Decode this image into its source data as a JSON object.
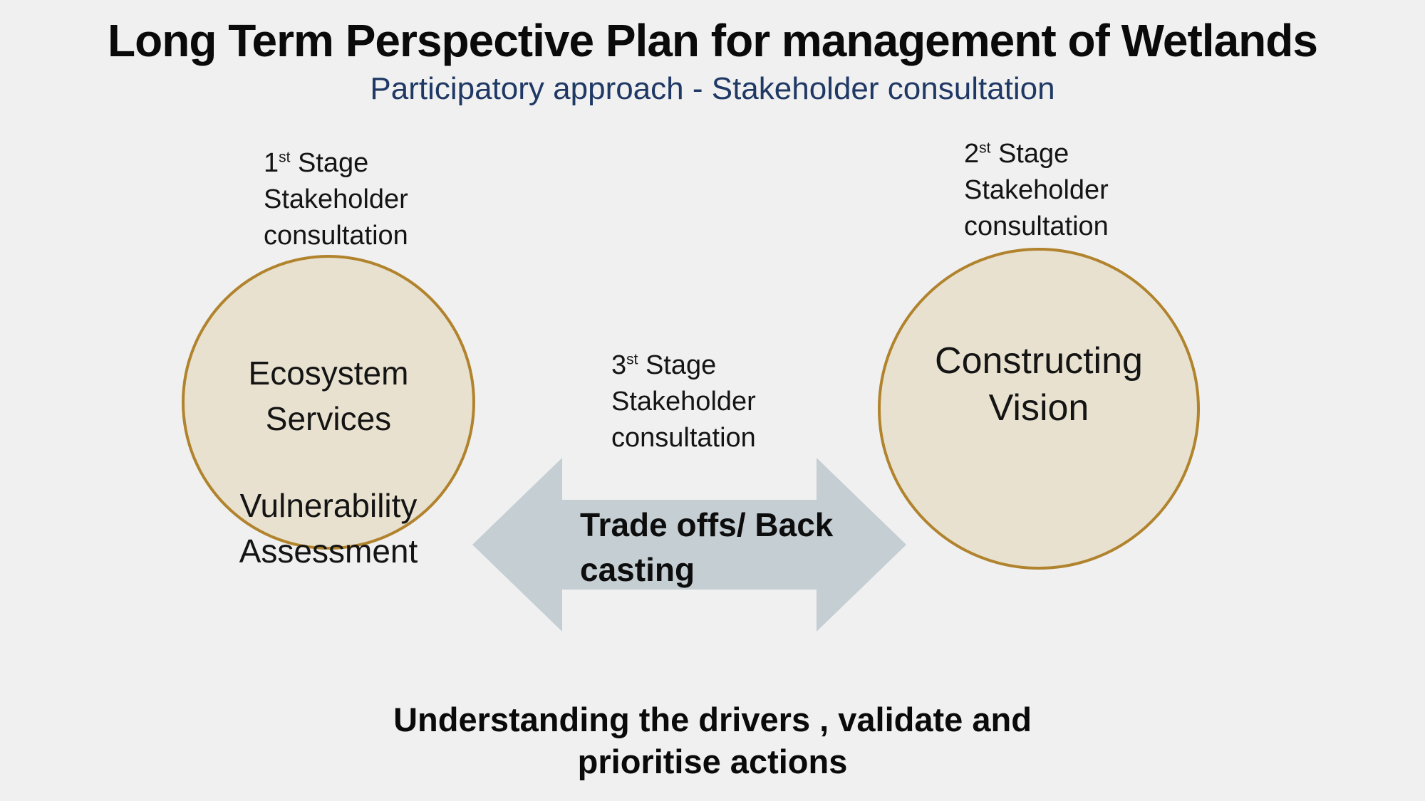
{
  "slide": {
    "title": "Long Term Perspective Plan for management of Wetlands",
    "subtitle": "Participatory approach - Stakeholder consultation"
  },
  "stages": {
    "stage1": {
      "number": "1",
      "ordinal": "st",
      "suffix": " Stage",
      "line2": "Stakeholder",
      "line3": "consultation"
    },
    "stage2": {
      "number": "2",
      "ordinal": "st",
      "suffix": " Stage",
      "line2": "Stakeholder",
      "line3": "consultation"
    },
    "stage3": {
      "number": "3",
      "ordinal": "st",
      "suffix": " Stage",
      "line2": "Stakeholder",
      "line3": "consultation"
    }
  },
  "left_circle": {
    "line1": "Ecosystem Services",
    "line2": "Vulnerability",
    "line3": "Assessment"
  },
  "right_circle": {
    "line1": "Constructing",
    "line2": "Vision"
  },
  "arrow": {
    "label_line1": "Trade offs/ Back",
    "label_line2": "casting"
  },
  "footer": {
    "line1": "Understanding the drivers , validate and",
    "line2": "prioritise actions"
  },
  "colors": {
    "background": "#f0f0f1",
    "title_text": "#0a0a0a",
    "subtitle_text": "#1f3864",
    "body_text": "#141414",
    "circle_fill": "#e8e1cf",
    "circle_border": "#b1832d",
    "arrow_fill": "#c4ced3"
  }
}
